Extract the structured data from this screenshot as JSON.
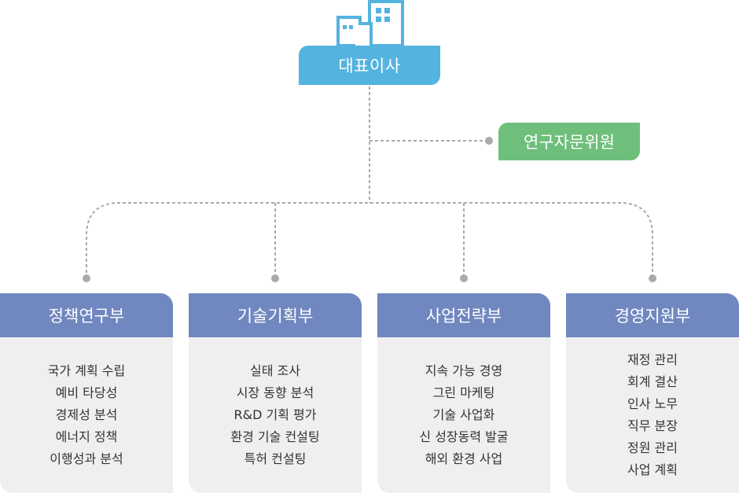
{
  "ceo": {
    "label": "대표이사"
  },
  "advisory": {
    "label": "연구자문위원"
  },
  "colors": {
    "ceo": "#55b3e0",
    "advisory": "#6fbf7c",
    "department_header": "#7087c0",
    "department_body": "#efefef",
    "connector": "#aaaaaa"
  },
  "icons": {
    "top": "building-icon"
  },
  "departments": [
    {
      "name": "정책연구부",
      "items": [
        "국가 계획 수립",
        "예비 타당성",
        "경제성 분석",
        "에너지 정책",
        "이행성과 분석"
      ]
    },
    {
      "name": "기술기획부",
      "items": [
        "실태 조사",
        "시장 동향 분석",
        "R&D 기획 평가",
        "환경 기술 컨설팅",
        "특허 컨설팅"
      ]
    },
    {
      "name": "사업전략부",
      "items": [
        "지속 가능 경영",
        "그린 마케팅",
        "기술 사업화",
        "신 성장동력 발굴",
        "해외 환경 사업"
      ]
    },
    {
      "name": "경영지원부",
      "items": [
        "재정 관리",
        "회계 결산",
        "인사 노무",
        "직무 분장",
        "정원 관리",
        "사업 계획"
      ]
    }
  ]
}
